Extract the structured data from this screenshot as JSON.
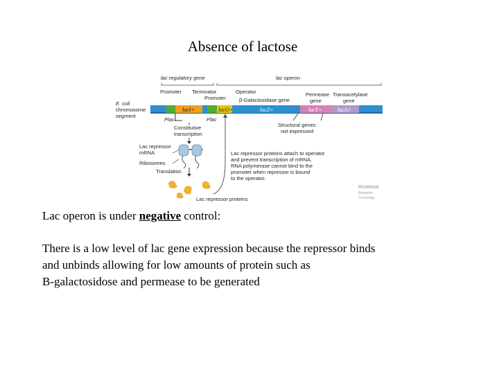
{
  "slide": {
    "title": "Absence of lactose",
    "control_prefix": "Lac operon is under ",
    "control_emphasis": "negative",
    "control_suffix": " control:",
    "paragraph_lines": [
      "There is a low level of lac gene expression because the repressor binds",
      "and unbinds allowing for low amounts of protein such as",
      "B-galactosidose and permease to be generated"
    ]
  },
  "diagram": {
    "lac_regulatory_gene": "lac regulatory gene",
    "lac_operon": "lac operon",
    "promoter": "Promoter",
    "terminator": "Terminator",
    "promoter2": "Promoter",
    "operator": "Operator",
    "bgal_gene": "β-Galactosidase gene",
    "permease_gene_1": "Permease",
    "permease_gene_2": "gene",
    "transacetylase_gene_1": "Transacetylase",
    "transacetylase_gene_2": "gene",
    "ecoli_1": "E. coli",
    "ecoli_2": "chromosome",
    "ecoli_3": "segment",
    "laci": "lacI+",
    "laco": "lacO+",
    "lacz": "lacZ+",
    "lacy": "lacY+",
    "laca": "lacA+",
    "p_laci": "PlacI",
    "p_lac": "Plac",
    "constitutive_1": "Constitutive",
    "constitutive_2": "transcription",
    "structural_1": "Structural genes",
    "structural_2": "not expressed",
    "repressor_mrna_1": "Lac repressor",
    "repressor_mrna_2": "mRNA",
    "ribosomes": "Ribosomes",
    "translation": "Translation",
    "repressor_proteins": "Lac repressor proteins",
    "note_lines": [
      "Lac repressor proteins attach to operator",
      "and prevent transcription of mRNA.",
      "RNA polymerase cannot bind to the",
      "promoter when repressor is bound",
      "to the operator."
    ],
    "watermark_1": "PEARSON",
    "watermark_2": "Benjamin",
    "watermark_3": "Cummings",
    "colors": {
      "dna_blue": "#2e8fd0",
      "laci_orange": "#f0a020",
      "promoter_green": "#55aa33",
      "operator_yellow": "#e8c800",
      "lacy_pink": "#d880b8",
      "laca_purple": "#b399cc",
      "repressor_gold": "#f0b030"
    }
  }
}
